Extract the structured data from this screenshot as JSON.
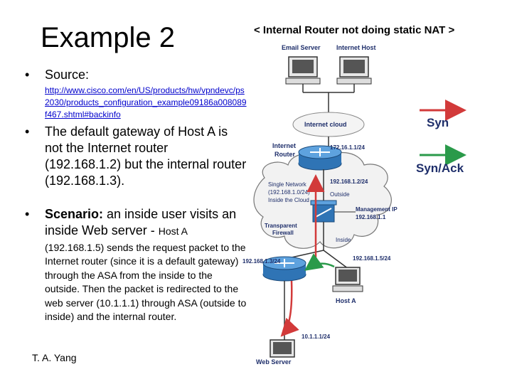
{
  "slide": {
    "title": "Example 2",
    "source_label": "Source:",
    "source_url": "http://www.cisco.com/en/US/products/hw/vpndevc/ps2030/products_configuration_example09186a008089f467.shtml#backinfo",
    "bullet2": "The default gateway of Host A is not the Internet router (192.168.1.2) but the internal router (192.168.1.3).",
    "scenario_bold": "Scenario:",
    "scenario_text": " an inside user visits an inside Web server - ",
    "scenario_small": "Host A",
    "scenario_detail": "(192.168.1.5) sends the request packet to the Internet router (since it is a default gateway) through the ASA from the inside to the outside. Then the packet is redirected to the web server (10.1.1.1) through ASA (outside to inside) and the internal router.",
    "author": "T. A. Yang"
  },
  "diagram": {
    "heading": "< Internal Router not doing static NAT >",
    "email_server": "Email Server",
    "internet_host": "Internet Host",
    "internet_cloud": "Internet cloud",
    "internet_router_1": "Internet",
    "internet_router_2": "Router",
    "ip_172": "172.16.1.1/24",
    "ip_192_2": "192.168.1.2/24",
    "single_network_1": "Single Network",
    "single_network_2": "(192.168.1.0/24)",
    "single_network_3": "Inside the Cloud",
    "outside": "Outside",
    "mgmt_1": "Management IP",
    "mgmt_2": "192.168.1.1",
    "transparent_1": "Transparent",
    "transparent_2": "Firewall",
    "inside": "Inside",
    "ip_192_3": "192.168.1.3/24",
    "ip_192_5": "192.168.1.5/24",
    "host_a": "Host A",
    "ip_10": "10.1.1.1/24",
    "web_server": "Web Server",
    "syn": "Syn",
    "synack": "Syn/Ack"
  },
  "colors": {
    "syn_arrow": "#d23a3a",
    "synack_arrow": "#2a9a4a",
    "router_blue": "#2f74b5",
    "label_navy": "#1f2f6b",
    "cloud_fill": "#f4f4f4"
  }
}
